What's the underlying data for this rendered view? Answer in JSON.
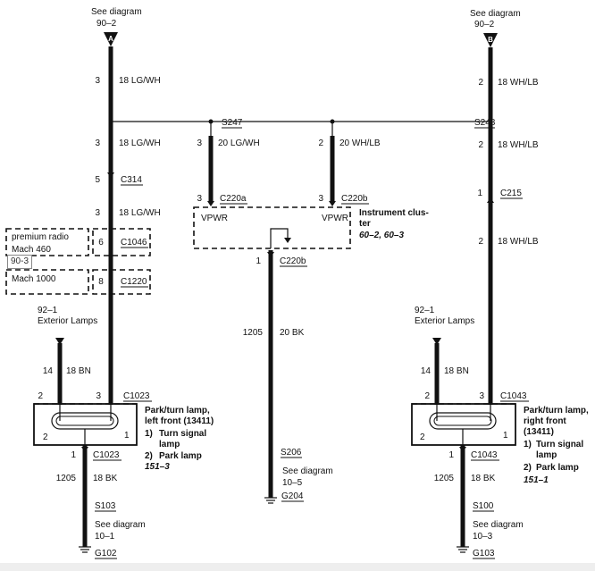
{
  "top_refs": {
    "a": {
      "see": "See diagram",
      "page": "90–2",
      "letter": "A"
    },
    "b": {
      "see": "See diagram",
      "page": "90–2",
      "letter": "B"
    }
  },
  "left": {
    "w1": {
      "pin": "3",
      "wire": "18 LG/WH"
    },
    "w2": {
      "pin": "3",
      "wire": "18 LG/WH"
    },
    "c314": {
      "pin": "5",
      "name": "C314"
    },
    "w3": {
      "pin": "3",
      "wire": "18 LG/WH"
    },
    "c1046": {
      "pin": "6",
      "name": "C1046"
    },
    "c1220": {
      "pin": "8",
      "name": "C1220"
    },
    "option1": "premium radio",
    "option2": "Mach 460",
    "option3": "Mach 1000",
    "ref_tag": "90-3",
    "ext_ref": "92–1",
    "ext_label": "Exterior Lamps",
    "w14": {
      "pin": "14",
      "wire": "18 BN"
    },
    "c1023_pins": {
      "a": "2",
      "b": "3"
    },
    "c1023": "C1023",
    "lamp_title1": "Park/turn lamp,",
    "lamp_title2": "left front (13411)",
    "lamp_pin_left": "2",
    "lamp_pin_right": "1",
    "item1_num": "1)",
    "item1a": "Turn signal",
    "item1b": "lamp",
    "item2_num": "2)",
    "item2": "Park lamp",
    "page_ref": "151–3",
    "bottom_pin": "1",
    "bottom_conn": "C1023",
    "bottom_wire": {
      "pin": "1205",
      "wire": "18 BK"
    },
    "splice": "S103",
    "see": "See diagram",
    "see_page": "10–1",
    "ground": "G102"
  },
  "center": {
    "s247": "S247",
    "s248": "S248",
    "wa": {
      "pin": "3",
      "wire": "20 LG/WH"
    },
    "wb": {
      "pin": "2",
      "wire": "20 WH/LB"
    },
    "c220a": {
      "pin": "3",
      "name": "C220a"
    },
    "c220b_top": {
      "pin": "3",
      "name": "C220b"
    },
    "vpwr1": "VPWR",
    "vpwr2": "VPWR",
    "cluster1": "Instrument clus-",
    "cluster2": "ter",
    "cluster_ref": "60–2, 60–3",
    "c220b_bot": {
      "pin": "1",
      "name": "C220b"
    },
    "wire": {
      "pin": "1205",
      "wire": "20 BK"
    },
    "splice": "S206",
    "see": "See diagram",
    "see_page": "10–5",
    "ground": "G204"
  },
  "right": {
    "w1": {
      "pin": "2",
      "wire": "18 WH/LB"
    },
    "w2": {
      "pin": "2",
      "wire": "18 WH/LB"
    },
    "c215": {
      "pin": "1",
      "name": "C215"
    },
    "w3": {
      "pin": "2",
      "wire": "18 WH/LB"
    },
    "ext_ref": "92–1",
    "ext_label": "Exterior Lamps",
    "w14": {
      "pin": "14",
      "wire": "18 BN"
    },
    "c1043_pins": {
      "a": "2",
      "b": "3"
    },
    "c1043": "C1043",
    "lamp_title1": "Park/turn lamp,",
    "lamp_title2": "right front",
    "lamp_title3": "(13411)",
    "lamp_pin_left": "2",
    "lamp_pin_right": "1",
    "item1_num": "1)",
    "item1a": "Turn signal",
    "item1b": "lamp",
    "item2_num": "2)",
    "item2": "Park lamp",
    "page_ref": "151–1",
    "bottom_pin": "1",
    "bottom_conn": "C1043",
    "bottom_wire": {
      "pin": "1205",
      "wire": "18 BK"
    },
    "splice": "S100",
    "see": "See diagram",
    "see_page": "10–3",
    "ground": "G103"
  }
}
